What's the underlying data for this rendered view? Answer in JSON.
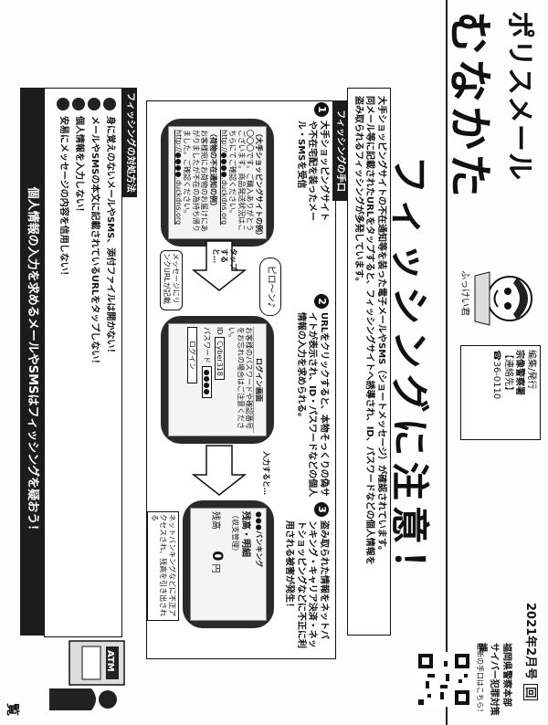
{
  "header": {
    "series_logo": "ポリスメール",
    "series_name": "むなかた",
    "mascot_name": "ふっけい君",
    "publisher_label": "編集/発行",
    "publisher": "宗像警察署",
    "contact_label": "【連絡先】",
    "phone": "☎36-0110",
    "issue_date": "2021年2月号",
    "issue_mark": "回",
    "circulation_mark": "覧"
  },
  "title": "フィッシングに注意！",
  "intro": [
    "大手ショッピングサイトの不在通知等を装った電子メールやSMS（ショートメッセージ）が確認されています。",
    "同メール等に記載されたURLをタップすると、フィッシングサイトへ誘導され、ID、パスワードなどの個人情報を",
    "盗み取られるフィッシングが多発しています。"
  ],
  "method_section": {
    "heading": "フィッシングの手口",
    "steps": [
      {
        "number": "1",
        "text": "大手ショッピングサイトや不在宅配を装ったメール・SMSを受信"
      },
      {
        "number": "2",
        "text": "URLをクリックすると、本物そっくりの偽サイトが表示され、ID・パスワードなどの個人情報の入力を求められる。"
      },
      {
        "number": "3",
        "text": "盗み取られた情報をネットバンキング・キャリア決済・ネットショッピングなどに不正に利用される被害が発生！"
      }
    ]
  },
  "phone1": {
    "header": "（大手ショッピングサイトの例）",
    "message1": "〇〇〇です。ご購入ありがとうございます。商品発送状況はこちらにてご確認ください。",
    "link1": "http://●●●●.duckdns.org",
    "header2": "（荷物の不在通知の例）",
    "message2": "お客様宛にお荷物のお届けにあがりましたが不在の為持ち帰りました。ご確認ください。",
    "link2": "http://●●●●.duckdns.org",
    "sound": "ピロ〜ン♪",
    "tap_label": "タップすると…",
    "note": "メッセージにリンクURLが記載"
  },
  "phone2": {
    "screen_title": "ログイン画面",
    "notice": "お客様のパスワードや確認番号をお忘れの場合はご注意ください。",
    "id_label": "ID",
    "id_value": "Cyber318",
    "password_label": "パスワード",
    "password_value": "●●●●",
    "login_button": "ログイン",
    "input_label": "入力すると…"
  },
  "phone3": {
    "title": "●●●バンキング",
    "balance_label": "残高・明細",
    "balance_sub": "（収支管理）",
    "balance_value_label": "残高",
    "balance_value": "0",
    "balance_unit": "円",
    "note": "ネットバンキングなどに不正アクセスされ、残高を引き出される"
  },
  "countermeasures": {
    "heading": "フィッシングの対処方法",
    "items": [
      "身に覚えのないメールやSMS、添付ファイルは開かない！",
      "メールやSMSの本文に記載されているURLをタップしない！",
      "個人情報を入力しない！",
      "安易にメッセージの内容を信用しない！"
    ],
    "banner": "個人情報の入力を求めるメールやSMSはフィッシングを疑おう！"
  },
  "footer": {
    "org1": "福岡県警察本部",
    "org2": "サイバー犯罪対策課",
    "qr_caption": "最新の手口はこちら！"
  },
  "atm_label": "ATM"
}
